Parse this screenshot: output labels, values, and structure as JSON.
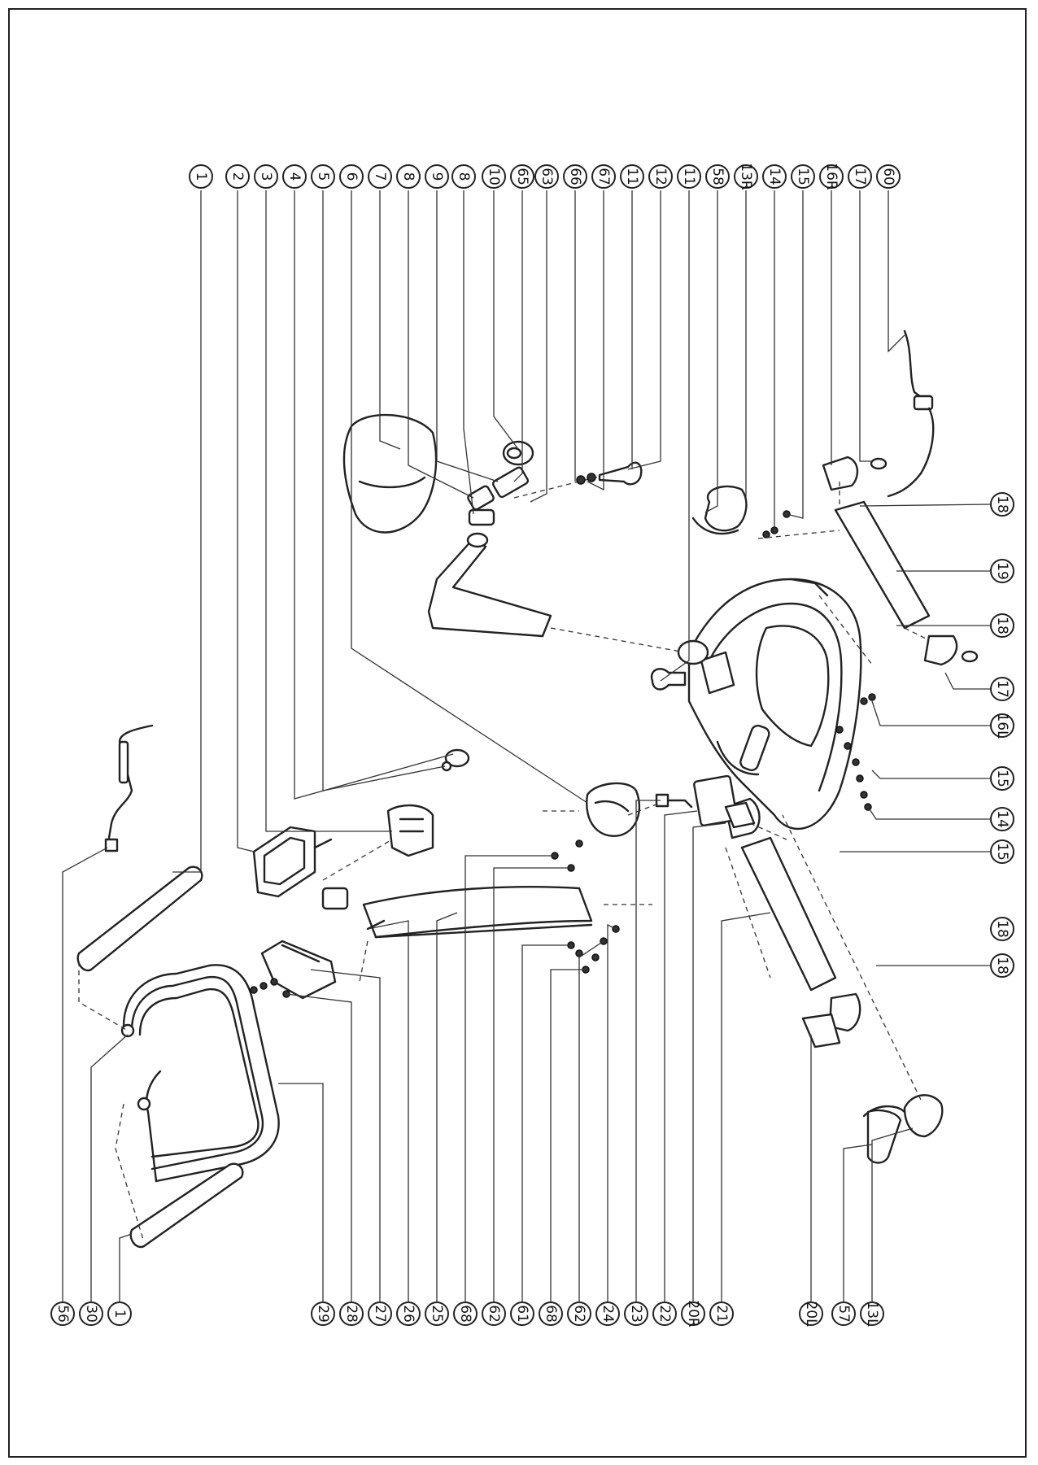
{
  "diagram": {
    "callouts_top": [
      "1",
      "2",
      "3",
      "4",
      "5",
      "6",
      "7",
      "8",
      "9",
      "8",
      "10",
      "65",
      "63",
      "66",
      "67",
      "11",
      "12",
      "11",
      "58",
      "13R",
      "14",
      "15",
      "16R",
      "17",
      "60"
    ],
    "callouts_right": [
      "18",
      "19",
      "18",
      "17",
      "16L",
      "15",
      "14",
      "15",
      "18",
      "18"
    ],
    "callouts_bottom": [
      "56",
      "30",
      "1",
      "29",
      "28",
      "27",
      "26",
      "25",
      "68",
      "62",
      "61",
      "68",
      "62",
      "24",
      "23",
      "22",
      "20R",
      "21",
      "20L",
      "57",
      "13L"
    ]
  }
}
